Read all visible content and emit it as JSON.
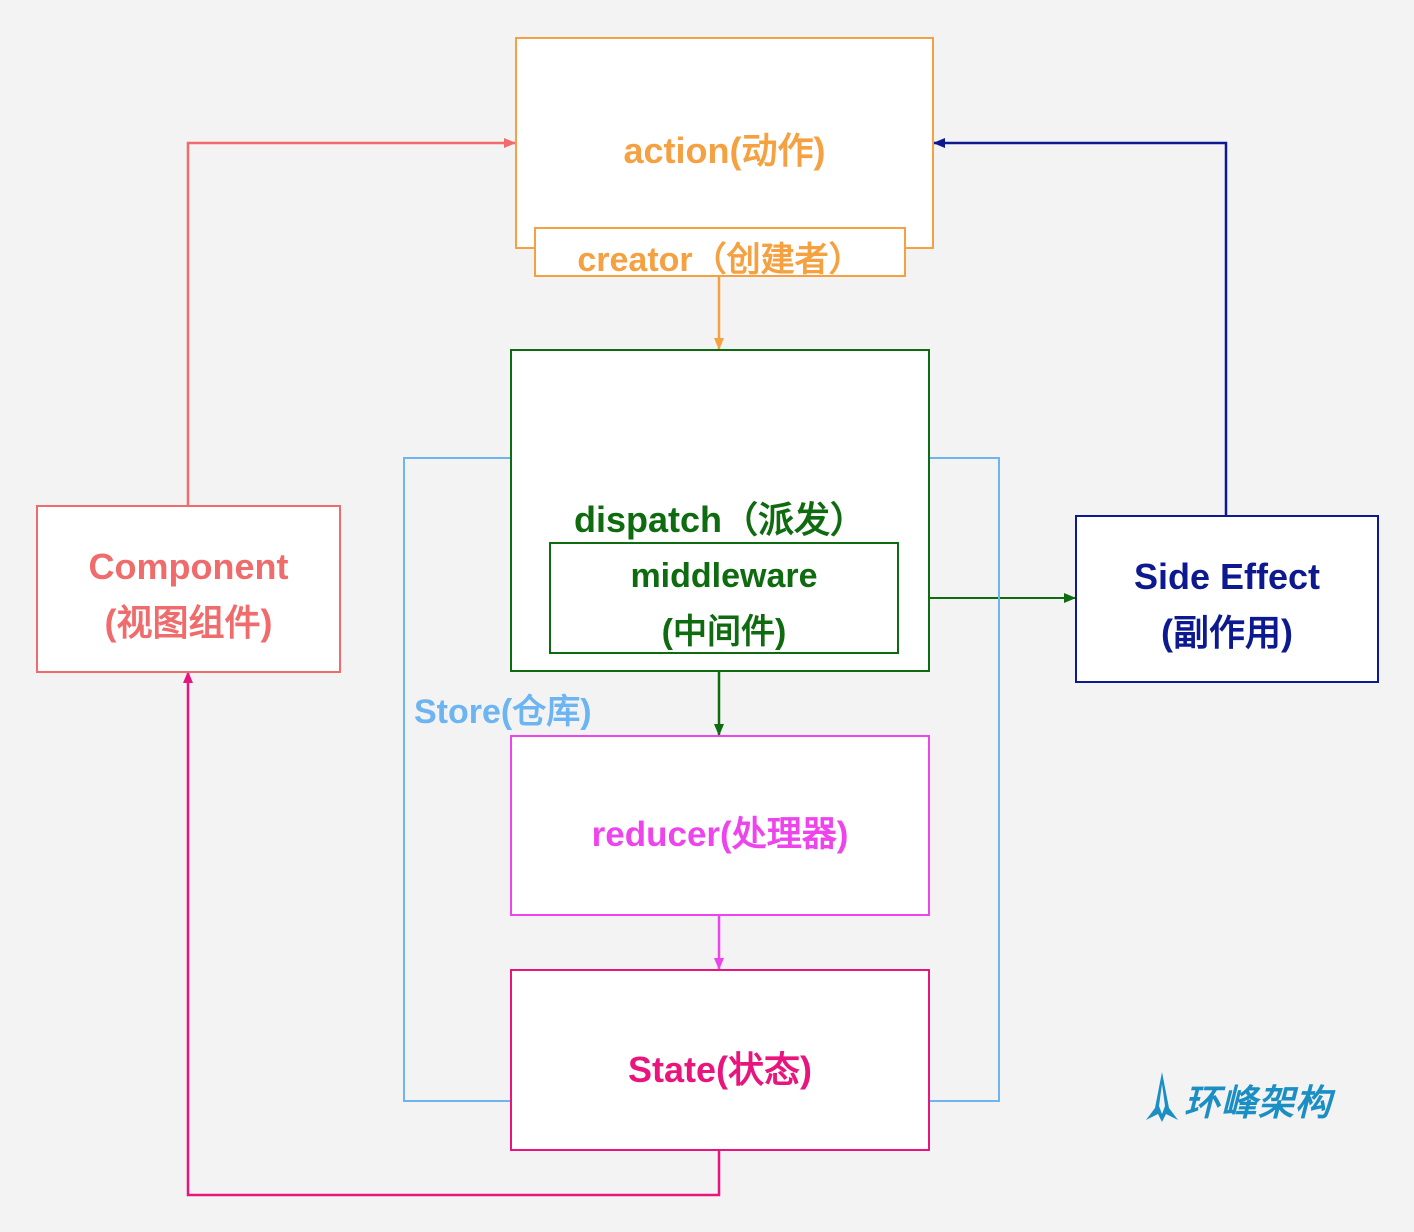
{
  "colors": {
    "background": "#f3f3f3",
    "action": "#f5a142",
    "dispatch": "#0f6b0f",
    "store": "#6cb4f2",
    "reducer": "#ee44ee",
    "state": "#e8157f",
    "component": "#f06b6b",
    "side_effect": "#0d1a8f",
    "logo": "#1b8fc4"
  },
  "nodes": {
    "action": {
      "label": "action(动作)"
    },
    "creator": {
      "label": "creator（创建者）"
    },
    "dispatch": {
      "label": "dispatch（派发）"
    },
    "middleware": {
      "label_line1": "middleware",
      "label_line2": "(中间件)"
    },
    "store": {
      "label": "Store(仓库)"
    },
    "reducer": {
      "label": "reducer(处理器)"
    },
    "state": {
      "label": "State(状态)"
    },
    "component": {
      "label_line1": "Component",
      "label_line2": "(视图组件)"
    },
    "side_effect": {
      "label_line1": "Side Effect",
      "label_line2": "(副作用)"
    }
  },
  "logo": {
    "text": "环峰架构",
    "icon": "rocket-logo-icon"
  },
  "edges": [
    {
      "from": "component",
      "to": "action"
    },
    {
      "from": "creator",
      "to": "dispatch"
    },
    {
      "from": "dispatch",
      "to": "reducer"
    },
    {
      "from": "reducer",
      "to": "state"
    },
    {
      "from": "state",
      "to": "component"
    },
    {
      "from": "middleware",
      "to": "side_effect"
    },
    {
      "from": "side_effect",
      "to": "action"
    }
  ]
}
